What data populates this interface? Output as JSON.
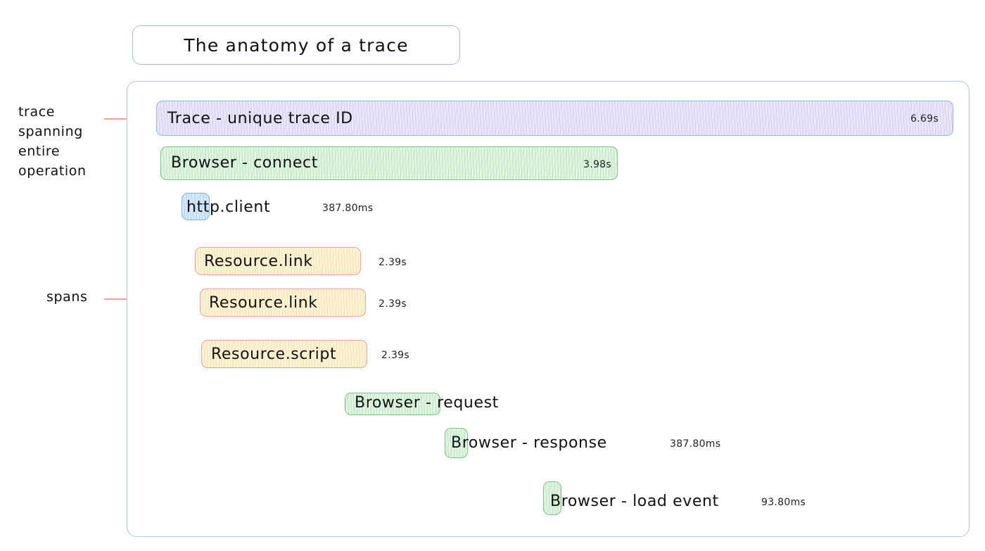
{
  "title": {
    "text": "The anatomy of a trace"
  },
  "annotations": [
    {
      "name": "trace-annotation",
      "text": "trace\nspanning\nentire\noperation"
    },
    {
      "name": "spans-annotation",
      "text": "spans"
    }
  ],
  "colors": {
    "container_border": "#a9c9e8",
    "title_border": "#9dc3ea",
    "annotation_line": "#f2a0a4",
    "trace_fill": "#ece9fb",
    "browser_fill": "#e4f6e4",
    "http_fill": "#dcecfb",
    "resource_fill": "#fdf5dc",
    "resource_border": "#f0a0a0"
  },
  "trace": {
    "name": "trace-bar",
    "label": "Trace - unique trace ID",
    "duration": "6.69s"
  },
  "spans": [
    {
      "name": "span-browser-connect",
      "label": "Browser - connect",
      "duration": "3.98s",
      "duration_inside": true,
      "fill": "green"
    },
    {
      "name": "span-http-client",
      "label": "http.client",
      "duration": "387.80ms",
      "duration_inside": false,
      "fill": "blue"
    },
    {
      "name": "span-resource-link-1",
      "label": "Resource.link",
      "duration": "2.39s",
      "duration_inside": false,
      "fill": "yellow"
    },
    {
      "name": "span-resource-link-2",
      "label": "Resource.link",
      "duration": "2.39s",
      "duration_inside": false,
      "fill": "yellow"
    },
    {
      "name": "span-resource-script",
      "label": "Resource.script",
      "duration": "2.39s",
      "duration_inside": false,
      "fill": "yellow"
    },
    {
      "name": "span-browser-request",
      "label": "Browser - request",
      "duration": "",
      "duration_inside": false,
      "fill": "green"
    },
    {
      "name": "span-browser-response",
      "label": "Browser - response",
      "duration": "387.80ms",
      "duration_inside": false,
      "fill": "green"
    },
    {
      "name": "span-browser-load-event",
      "label": "Browser - load event",
      "duration": "93.80ms",
      "duration_inside": false,
      "fill": "green"
    }
  ]
}
